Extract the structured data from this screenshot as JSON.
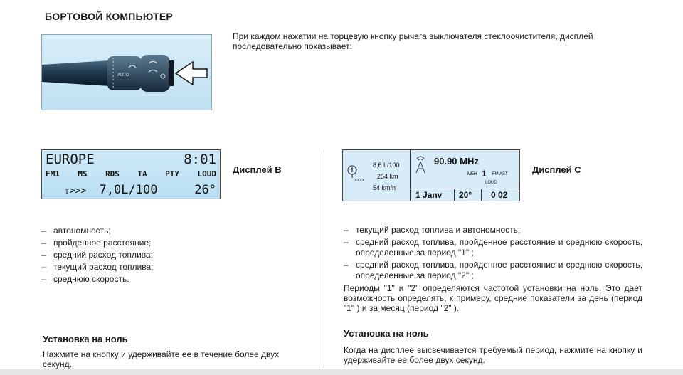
{
  "heading": "БОРТОВОЙ КОМПЬЮТЕР",
  "intro": "При каждом нажатии на торцевую кнопку рычага выключателя стеклоочистителя, дисплей последовательно показывает:",
  "stalk": {
    "ring_label": "AUTO"
  },
  "display_b": {
    "label": "Дисплей B",
    "line1_left": "EUROPE",
    "line1_right": "8:01",
    "line2": [
      "FM1",
      "MS",
      "RDS",
      "TA",
      "PTY",
      "LOUD"
    ],
    "line3_icon": "⇧>>>",
    "line3_value": "7,0L/100",
    "line3_temp": "26°"
  },
  "display_c": {
    "label": "Дисплей C",
    "stat1": "8,6 L/100",
    "stat2": "254 km",
    "stat3": "54 km/h",
    "freq": "90.90 MHz",
    "mem_label": "MEH",
    "mem_num": "1",
    "fm_label": "FM AST",
    "loud_label": "LOUD",
    "date": "1 Janv",
    "temp": "20°",
    "time": "0 02",
    "arrows": ">>>>"
  },
  "left_list": [
    "автономность;",
    "пройденное расстояние;",
    "средний расход топлива;",
    "текущий расход топлива;",
    "среднюю скорость."
  ],
  "right_list": [
    "текущий расход топлива и автономность;",
    "средний расход топлива, пройденное расстояние и среднюю скорость, определенные за период \"1\" ;",
    "средний расход топлива, пройденное расстояние и среднюю скорость, определенные за период \"2\" ;"
  ],
  "periods_text": "Периоды \"1\" и \"2\" определяются частотой установки на ноль. Это дает возможность определять, к примеру, средние показатели за день (период \"1\" ) и за месяц (период \"2\" ).",
  "reset_left": {
    "title": "Установка на ноль",
    "text": "Нажмите на кнопку и удерживайте ее в течение более двух секунд."
  },
  "reset_right": {
    "title": "Установка на ноль",
    "text": "Когда на дисплее высвечивается требуемый период, нажмите на кнопку и удерживайте ее более двух секунд."
  }
}
